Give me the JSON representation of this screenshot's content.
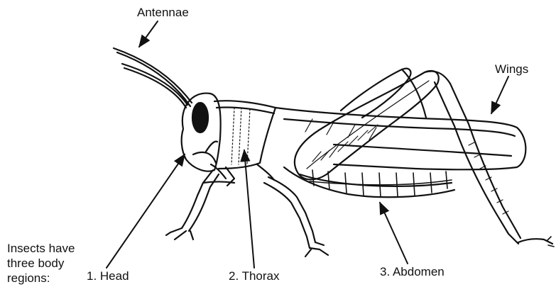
{
  "labels": {
    "antennae": "Antennae",
    "wings": "Wings",
    "head": "1. Head",
    "thorax": "2. Thorax",
    "abdomen": "3. Abdomen"
  },
  "note": {
    "line1": "Insects have",
    "line2": "three body",
    "line3": "regions:"
  },
  "colors": {
    "ink": "#111111",
    "background": "#ffffff"
  }
}
